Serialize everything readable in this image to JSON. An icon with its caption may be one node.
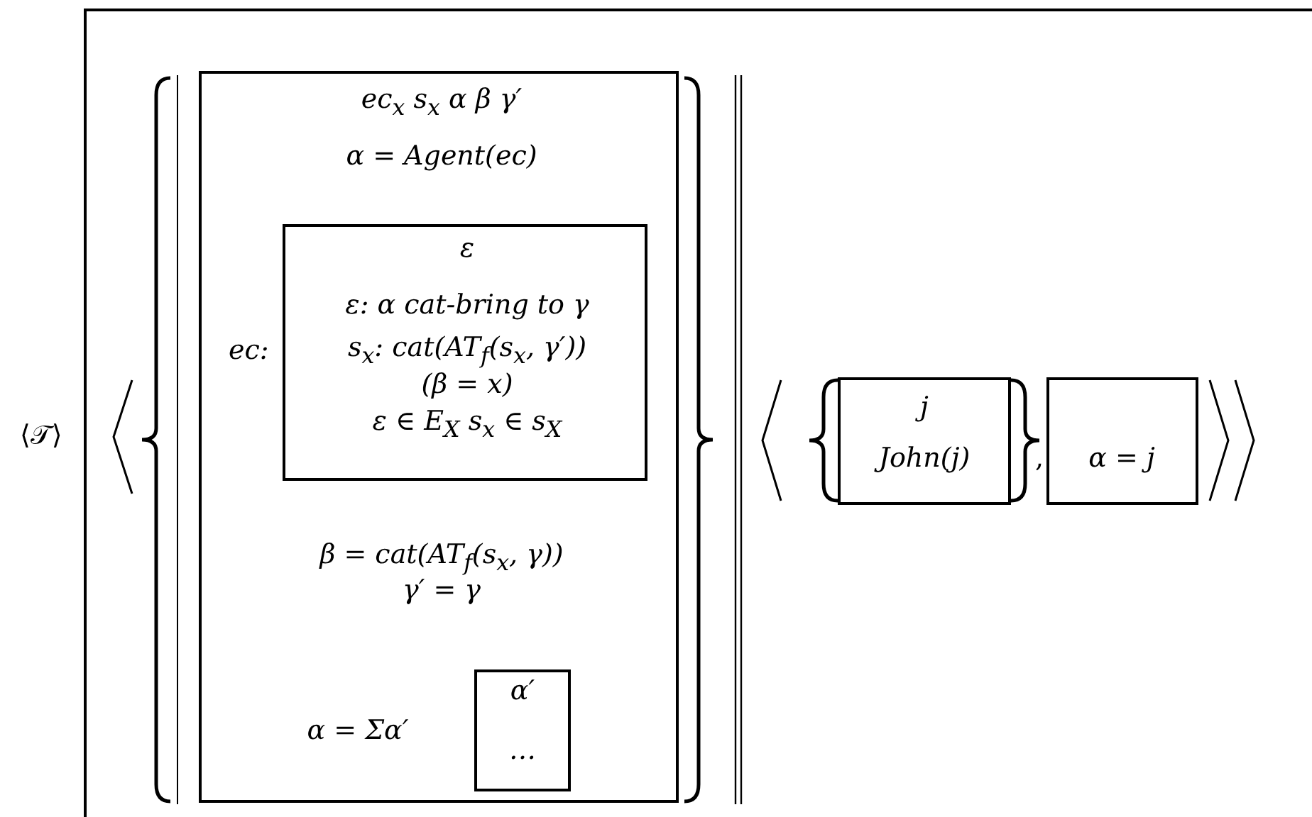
{
  "diagram": {
    "nodes": [
      {
        "text": [
          "ec$_{x}$ s$_{x}$ α β γ′",
          "α = Agent(ec)",
          "β = cat(AT$_{f}$(s$_{x}$, γ))",
          "γ′ = γ",
          "α = Σα′"
        ]
      },
      {
        "text": [
          "ε",
          "ε: α cat-bring to γ",
          "s$_{x}$: cat(AT$_{f}$(s$_{x}$, γ′))",
          "(β = x)",
          "ε ∈ E$_{X}$ s$_{x}$ ∈ s$_{X}$"
        ],
        "in": 0,
        "beside": [
          "ec:"
        ]
      },
      {
        "text": [
          "α′",
          "…"
        ],
        "in": 0
      },
      {
        "text": [
          "j",
          "John(j)"
        ]
      },
      {
        "text": [
          "α = j"
        ]
      }
    ],
    "edges": [],
    "labels": [
      "⟨𝒯⟩",
      ","
    ]
  }
}
